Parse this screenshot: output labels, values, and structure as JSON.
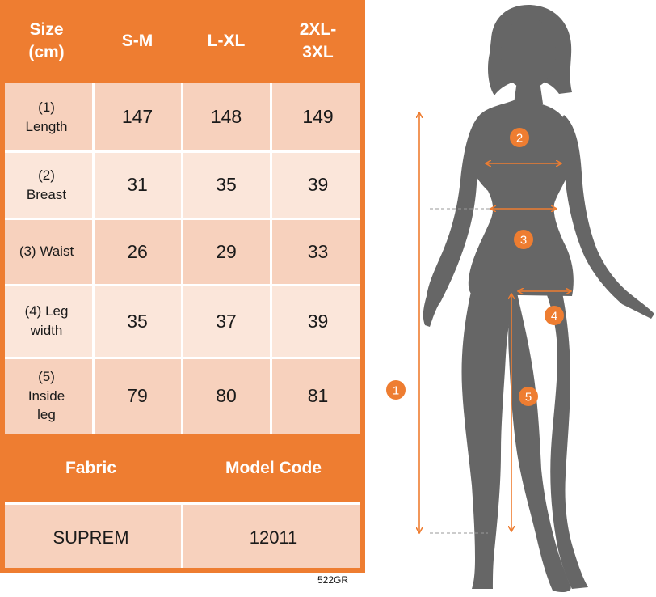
{
  "table": {
    "header": {
      "size_label": "Size\n(cm)",
      "columns": [
        "S-M",
        "L-XL",
        "2XL-\n3XL"
      ]
    },
    "rows": [
      {
        "label": "(1)\nLength",
        "values": [
          "147",
          "148",
          "149"
        ]
      },
      {
        "label": "(2)\nBreast",
        "values": [
          "31",
          "35",
          "39"
        ]
      },
      {
        "label": "(3) Waist",
        "values": [
          "26",
          "29",
          "33"
        ]
      },
      {
        "label": "(4) Leg\nwidth",
        "values": [
          "35",
          "37",
          "39"
        ]
      },
      {
        "label": "(5)\nInside\nleg",
        "values": [
          "79",
          "80",
          "81"
        ]
      }
    ],
    "footer": {
      "fabric_label": "Fabric",
      "model_code_label": "Model Code",
      "fabric_value": "SUPREM",
      "model_code_value": "12011"
    }
  },
  "product_code": "522GR",
  "figure": {
    "markers": [
      "1",
      "2",
      "3",
      "4",
      "5"
    ]
  },
  "colors": {
    "accent": "#ee7d31",
    "row_dark": "#f7d1bd",
    "row_light": "#fbe6da",
    "silhouette": "#666666"
  }
}
